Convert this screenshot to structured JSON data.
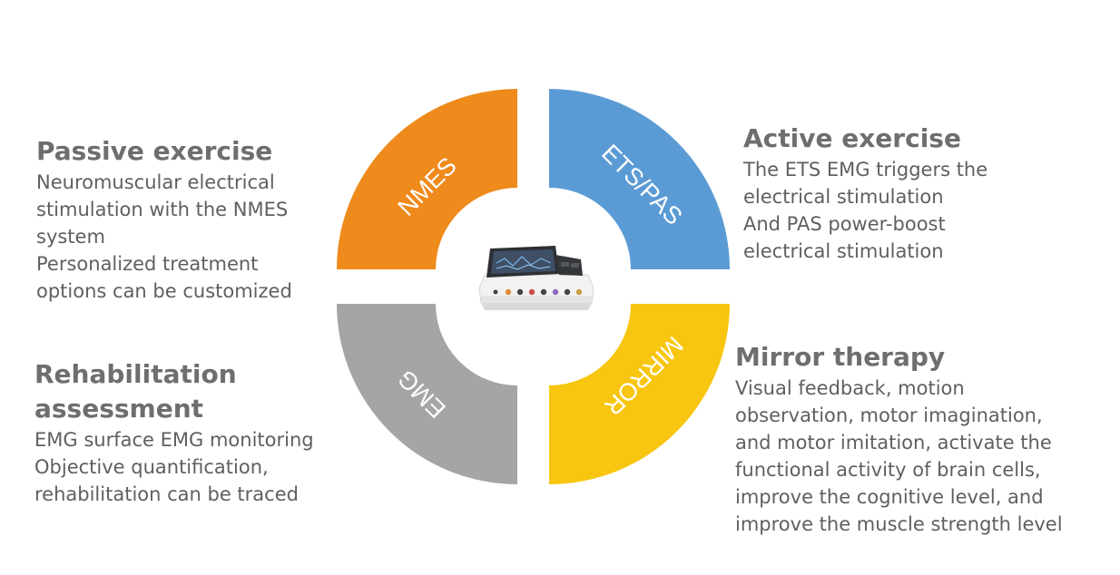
{
  "quadrants": {
    "top_left": {
      "segment_label": "NMES",
      "color": "#ef8a1c",
      "heading": "Passive exercise",
      "lines": [
        "Neuromuscular electrical",
        "stimulation with the NMES",
        "system",
        "Personalized treatment",
        "options can be customized"
      ]
    },
    "top_right": {
      "segment_label": "ETS/PAS",
      "color": "#5b9bd5",
      "heading": "Active exercise",
      "lines": [
        "The ETS EMG triggers the",
        "electrical stimulation",
        "And PAS power-boost",
        "electrical stimulation"
      ]
    },
    "bottom_left": {
      "segment_label": "EMG",
      "color": "#a5a5a5",
      "heading_lines": [
        "Rehabilitation",
        "assessment"
      ],
      "lines": [
        "EMG surface EMG monitoring",
        "Objective quantification,",
        "rehabilitation can be traced"
      ]
    },
    "bottom_right": {
      "segment_label": "MIRROR",
      "color": "#f8c610",
      "heading": "Mirror therapy",
      "lines": [
        "Visual feedback, motion",
        "observation, motor imagination,",
        "and motor imitation, activate the",
        "functional activity of brain cells,",
        "improve the cognitive level, and",
        "improve the muscle strength level"
      ]
    }
  },
  "center_image": "rehabilitation-device-icon"
}
